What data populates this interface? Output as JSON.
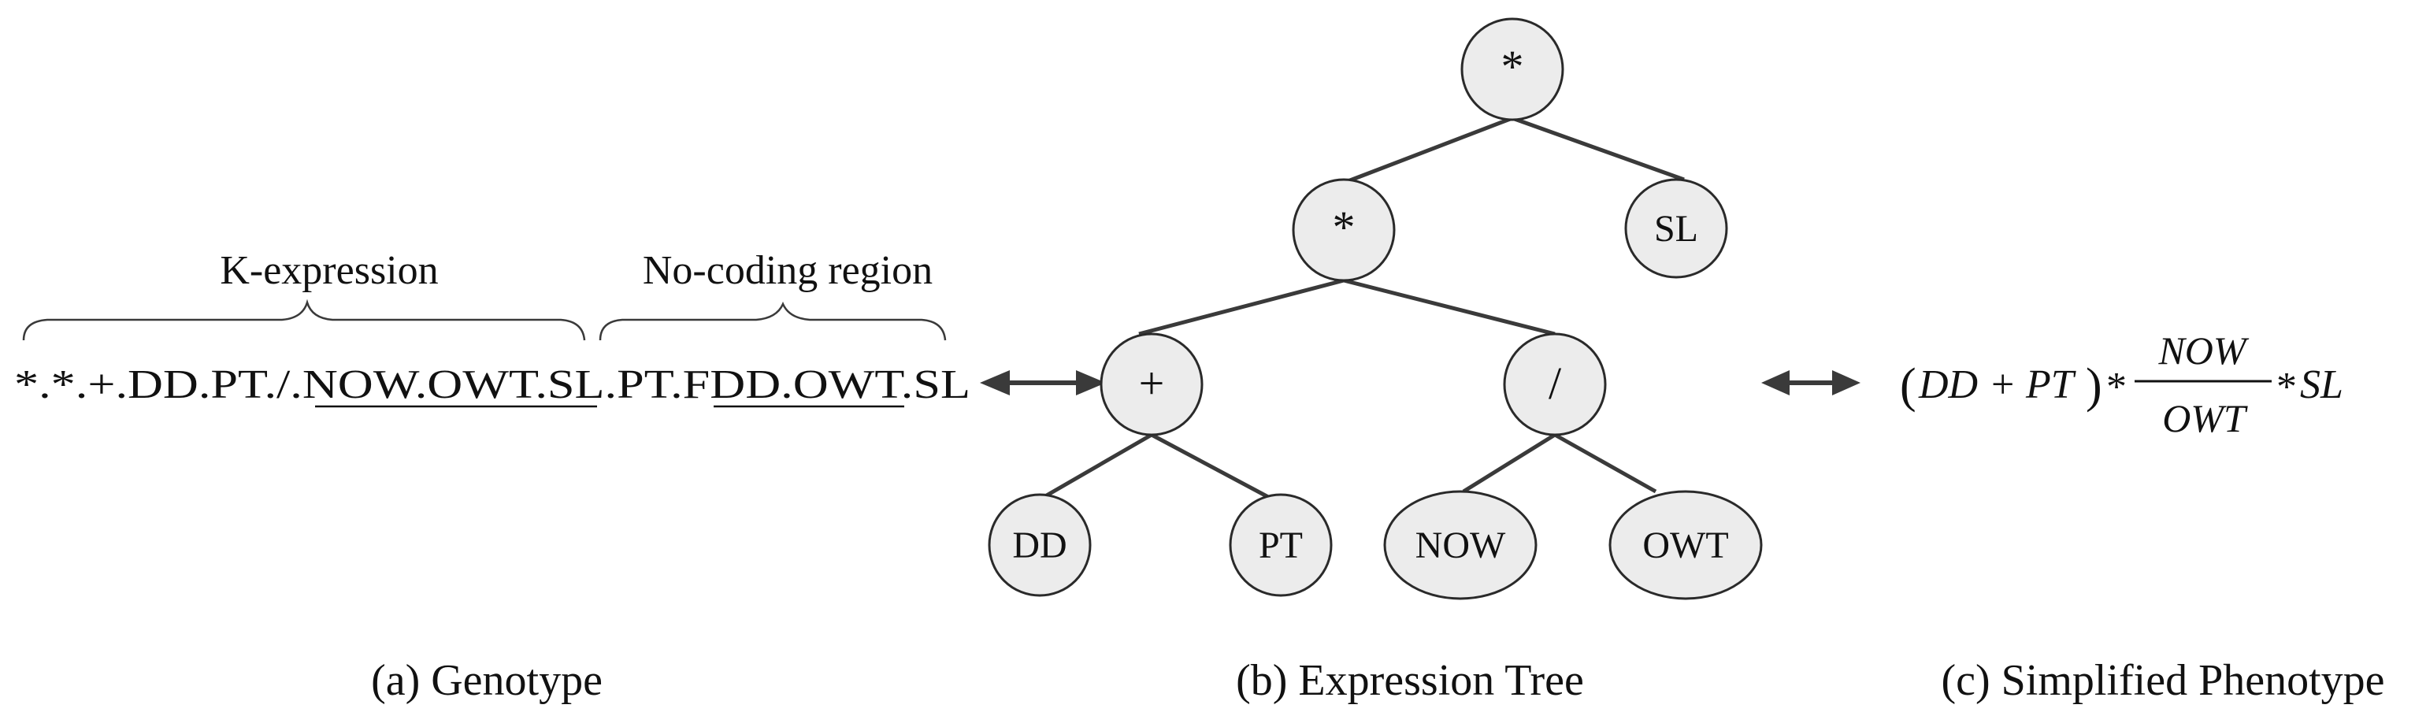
{
  "genotype": {
    "kexpression_label": "K-expression",
    "nocoding_label": "No-coding region",
    "seq_part1": "*.*.+.DD.PT./.",
    "seq_part2": "NOW.OWT.SL",
    "seq_part3": ".PT.F",
    "seq_part4": "DD.OWT",
    "seq_part5": ".SL",
    "caption": "(a) Genotype"
  },
  "tree": {
    "caption": "(b) Expression Tree",
    "nodes": {
      "root": "*",
      "mul2": "*",
      "sl": "SL",
      "plus": "+",
      "div": "/",
      "dd": "DD",
      "pt": "PT",
      "now": "NOW",
      "owt": "OWT"
    }
  },
  "phenotype": {
    "caption": "(c) Simplified Phenotype",
    "lparen": "(",
    "dd_term": "DD",
    "plus_sign": "+",
    "pt_term": "PT",
    "rparen": ")",
    "times1": "*",
    "numerator": "NOW",
    "denominator": "OWT",
    "times2": "*",
    "sl_term": "SL"
  }
}
